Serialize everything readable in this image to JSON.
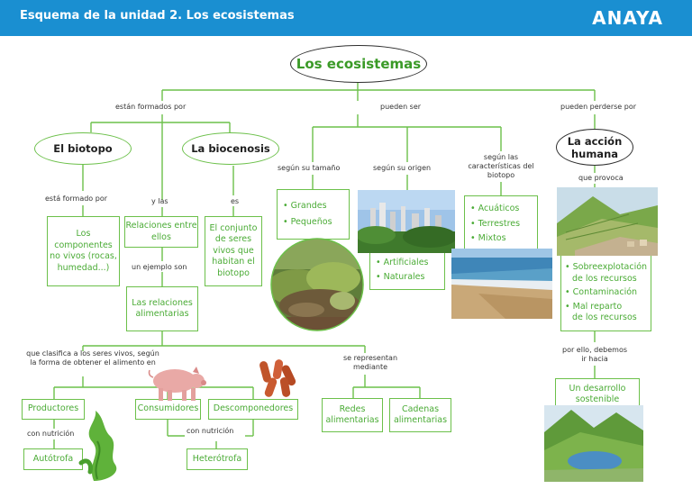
{
  "header": {
    "title": "Esquema de la unidad 2. Los ecosistemas",
    "brand": "ANAYA",
    "color": "#1a8fd1"
  },
  "accent_color": "#6cc04a",
  "nodes": {
    "main": "Los ecosistemas",
    "biotopo": "El biotopo",
    "biocenosis": "La biocenosis",
    "accion": "La acción humana",
    "componentes": "Los componentes no vivos (rocas, humedad...)",
    "relaciones": "Relaciones entre ellos",
    "conjunto": "El conjunto de seres vivos que habitan el biotopo",
    "alimentarias": "Las relaciones alimentarias",
    "tamano": [
      "• Grandes",
      "• Pequeños"
    ],
    "origen": [
      "• Artificiales",
      "• Naturales"
    ],
    "caracteristicas": [
      "• Acuáticos",
      "• Terrestres",
      "• Mixtos"
    ],
    "provoca": [
      "• Sobreexplotación",
      "de los recursos",
      "• Contaminación",
      "• Mal reparto",
      "de los recursos"
    ],
    "sostenible": "Un desarrollo sostenible",
    "productores": "Productores",
    "consumidores": "Consumidores",
    "descomponedores": "Descomponedores",
    "autotrofa": "Autótrofa",
    "heterotrofa": "Heterótrofa",
    "redes": "Redes alimentarias",
    "cadenas": "Cadenas alimentarias"
  },
  "connectors": {
    "formados": "están formados por",
    "pueden_ser": "pueden ser",
    "perderse": "pueden perderse por",
    "formado": "está formado por",
    "y_las": "y las",
    "es": "es",
    "tamano": "según su tamaño",
    "origen": "según su origen",
    "caracteristicas": "según las características del biotopo",
    "que_provoca": "que provoca",
    "ejemplo": "un ejemplo son",
    "clasifica": "que clasifica a los seres vivos, según la forma de obtener el alimento en",
    "representan": "se representan mediante",
    "por_ello": "por ello, debemos ir hacia",
    "nutricion1": "con nutrición",
    "nutricion2": "con nutrición"
  },
  "images": [
    "forest-photo",
    "city-photo",
    "beach-photo",
    "terraced-landscape-photo",
    "lake-landscape-photo",
    "pig-illustration",
    "bacteria-illustration",
    "algae-illustration"
  ]
}
